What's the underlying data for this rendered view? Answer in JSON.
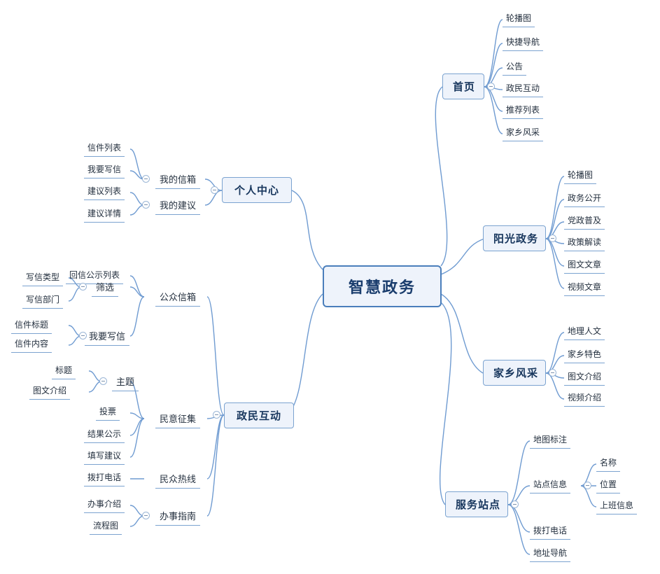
{
  "diagram": {
    "type": "mindmap",
    "root": {
      "label": "智慧政务"
    },
    "branches": [
      {
        "label": "首页",
        "children": [
          {
            "label": "轮播图"
          },
          {
            "label": "快捷导航"
          },
          {
            "label": "公告"
          },
          {
            "label": "政民互动"
          },
          {
            "label": "推荐列表"
          },
          {
            "label": "家乡风采"
          }
        ]
      },
      {
        "label": "阳光政务",
        "children": [
          {
            "label": "轮播图"
          },
          {
            "label": "政务公开"
          },
          {
            "label": "党政普及"
          },
          {
            "label": "政策解读"
          },
          {
            "label": "图文文章"
          },
          {
            "label": "视频文章"
          }
        ]
      },
      {
        "label": "家乡风采",
        "children": [
          {
            "label": "地理人文"
          },
          {
            "label": "家乡特色"
          },
          {
            "label": "图文介绍"
          },
          {
            "label": "视频介绍"
          }
        ]
      },
      {
        "label": "服务站点",
        "children": [
          {
            "label": "地图标注"
          },
          {
            "label": "站点信息",
            "children": [
              {
                "label": "名称"
              },
              {
                "label": "位置"
              },
              {
                "label": "上班信息"
              }
            ]
          },
          {
            "label": "拨打电话"
          },
          {
            "label": "地址导航"
          }
        ]
      },
      {
        "label": "个人中心",
        "children": [
          {
            "label": "我的信箱",
            "children": [
              {
                "label": "信件列表"
              },
              {
                "label": "我要写信"
              }
            ]
          },
          {
            "label": "我的建议",
            "children": [
              {
                "label": "建议列表"
              },
              {
                "label": "建议详情"
              }
            ]
          }
        ]
      },
      {
        "label": "政民互动",
        "children": [
          {
            "label": "公众信箱",
            "children": [
              {
                "label": "回信公示列表"
              },
              {
                "label": "筛选",
                "children": [
                  {
                    "label": "写信类型"
                  },
                  {
                    "label": "写信部门"
                  }
                ]
              },
              {
                "label": "我要写信",
                "children": [
                  {
                    "label": "信件标题"
                  },
                  {
                    "label": "信件内容"
                  }
                ]
              }
            ]
          },
          {
            "label": "民意征集",
            "children": [
              {
                "label": "主题",
                "children": [
                  {
                    "label": "标题"
                  },
                  {
                    "label": "图文介绍"
                  }
                ]
              },
              {
                "label": "投票"
              },
              {
                "label": "结果公示"
              },
              {
                "label": "填写建议"
              }
            ]
          },
          {
            "label": "民众热线",
            "children": [
              {
                "label": "拨打电话"
              }
            ]
          },
          {
            "label": "办事指南",
            "children": [
              {
                "label": "办事介绍"
              },
              {
                "label": "流程图"
              }
            ]
          }
        ]
      }
    ],
    "colors": {
      "edge": "#6f9bd1",
      "node_border": "#7ba3d0",
      "node_fill": "#eef3fb",
      "root_border": "#4a7ebb",
      "text": "#24303f",
      "background": "#ffffff"
    }
  },
  "nodes": {
    "root": "智慧政务",
    "b_home": "首页",
    "home_1": "轮播图",
    "home_2": "快捷导航",
    "home_3": "公告",
    "home_4": "政民互动",
    "home_5": "推荐列表",
    "home_6": "家乡风采",
    "b_gov": "阳光政务",
    "gov_1": "轮播图",
    "gov_2": "政务公开",
    "gov_3": "党政普及",
    "gov_4": "政策解读",
    "gov_5": "图文文章",
    "gov_6": "视频文章",
    "b_home_town": "家乡风采",
    "ht_1": "地理人文",
    "ht_2": "家乡特色",
    "ht_3": "图文介绍",
    "ht_4": "视频介绍",
    "b_station": "服务站点",
    "st_1": "地图标注",
    "st_2": "站点信息",
    "st_2_1": "名称",
    "st_2_2": "位置",
    "st_2_3": "上班信息",
    "st_3": "拨打电话",
    "st_4": "地址导航",
    "b_personal": "个人中心",
    "pc_1": "我的信箱",
    "pc_1_1": "信件列表",
    "pc_1_2": "我要写信",
    "pc_2": "我的建议",
    "pc_2_1": "建议列表",
    "pc_2_2": "建议详情",
    "b_interact": "政民互动",
    "in_1": "公众信箱",
    "in_1_1": "回信公示列表",
    "in_1_2": "筛选",
    "in_1_2_1": "写信类型",
    "in_1_2_2": "写信部门",
    "in_1_3": "我要写信",
    "in_1_3_1": "信件标题",
    "in_1_3_2": "信件内容",
    "in_2": "民意征集",
    "in_2_1": "主题",
    "in_2_1_1": "标题",
    "in_2_1_2": "图文介绍",
    "in_2_2": "投票",
    "in_2_3": "结果公示",
    "in_2_4": "填写建议",
    "in_3": "民众热线",
    "in_3_1": "拨打电话",
    "in_4": "办事指南",
    "in_4_1": "办事介绍",
    "in_4_2": "流程图"
  }
}
